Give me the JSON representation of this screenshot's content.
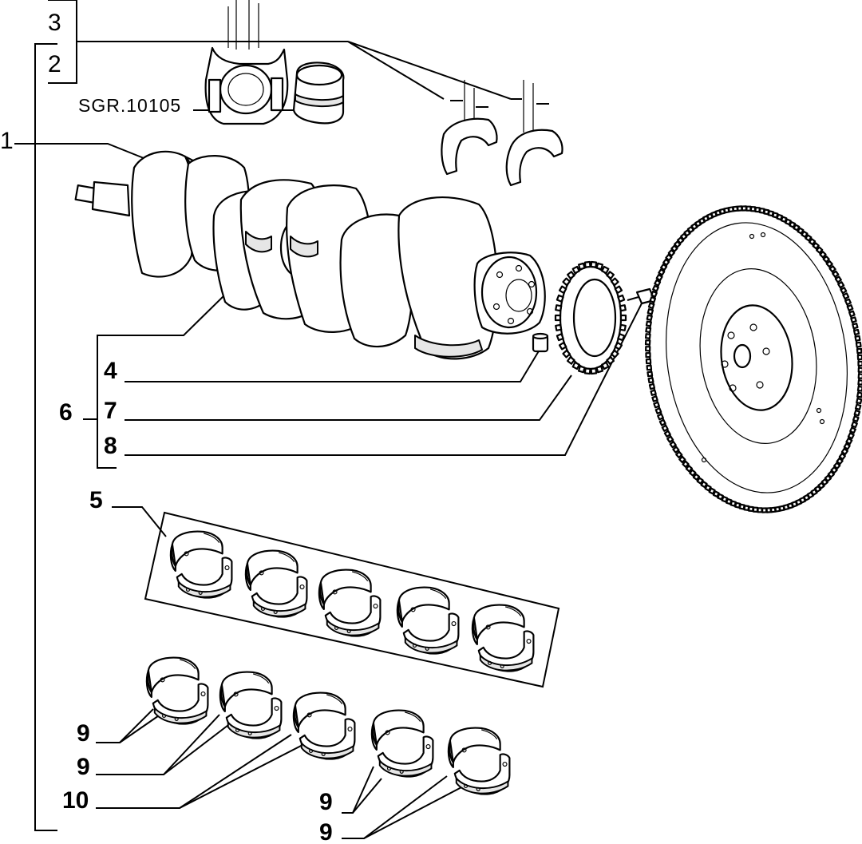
{
  "labels": {
    "c3": "3",
    "c2": "2",
    "c1": "1",
    "c6": "6",
    "c4": "4",
    "c7": "7",
    "c8": "8",
    "c5": "5",
    "c9a": "9",
    "c9b": "9",
    "c10": "10",
    "c9c": "9",
    "c9d": "9",
    "tool_code": "SGR.10105"
  }
}
